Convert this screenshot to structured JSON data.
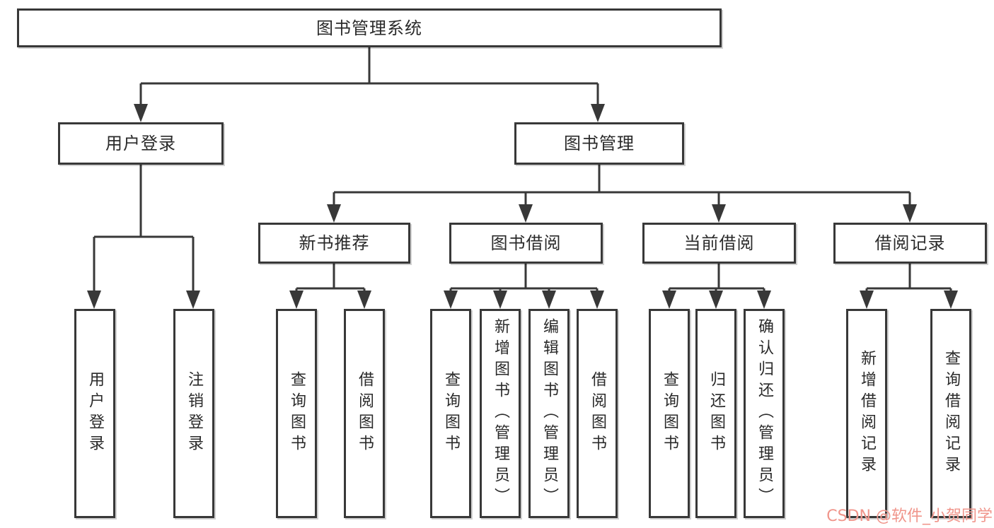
{
  "colors": {
    "line": "#383838",
    "node_border": "#383838",
    "node_background": "#ffffff",
    "text": "#2a2a2a",
    "watermark": "#f0958b",
    "page_background": "#ffffff"
  },
  "watermark": {
    "text": "CSDN @软件_小贺同学"
  },
  "tree": {
    "root": {
      "label": "图书管理系统"
    },
    "level2": [
      {
        "label": "用户登录",
        "children": [
          {
            "label": "用户登录"
          },
          {
            "label": "注销登录"
          }
        ]
      },
      {
        "label": "图书管理",
        "children": [
          {
            "label": "新书推荐",
            "children": [
              {
                "label": "查询图书"
              },
              {
                "label": "借阅图书"
              }
            ]
          },
          {
            "label": "图书借阅",
            "children": [
              {
                "label": "查询图书"
              },
              {
                "label": "新增图书（管理员）"
              },
              {
                "label": "编辑图书（管理员）"
              },
              {
                "label": "借阅图书"
              }
            ]
          },
          {
            "label": "当前借阅",
            "children": [
              {
                "label": "查询图书"
              },
              {
                "label": "归还图书"
              },
              {
                "label": "确认归还（管理员）"
              }
            ]
          },
          {
            "label": "借阅记录",
            "children": [
              {
                "label": "新增借阅记录"
              },
              {
                "label": "查询借阅记录"
              }
            ]
          }
        ]
      }
    ]
  }
}
